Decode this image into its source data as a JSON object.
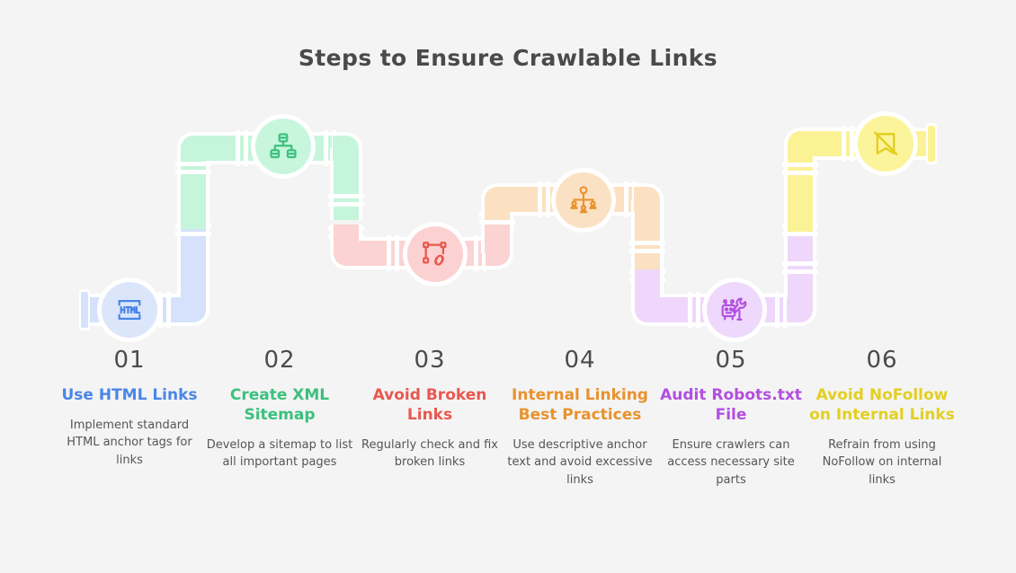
{
  "header": {
    "title": "Steps to Ensure Crawlable Links"
  },
  "theme": {
    "background": "#f4f4f4",
    "title_color": "#4a4a4a",
    "number_color": "#4b4b4b",
    "description_color": "#555555",
    "pipe_outline": "#ffffff"
  },
  "steps": [
    {
      "number": "01",
      "heading": "Use HTML Links",
      "description": "Implement standard HTML anchor tags for links",
      "color": "#4a86e8",
      "pipe_color": "#d6e2fb",
      "circle_color": "#dbe6fb",
      "icon": "html-code-icon"
    },
    {
      "number": "02",
      "heading": "Create XML Sitemap",
      "description": "Develop a sitemap to list all important pages",
      "color": "#3cc07e",
      "pipe_color": "#c5f5da",
      "circle_color": "#c7f6dc",
      "icon": "sitemap-hierarchy-icon"
    },
    {
      "number": "03",
      "heading": "Avoid Broken Links",
      "description": "Regularly check and fix broken links",
      "color": "#e8584f",
      "pipe_color": "#fbd3d2",
      "circle_color": "#fbd2d1",
      "icon": "broken-link-icon"
    },
    {
      "number": "04",
      "heading": "Internal Linking Best Practices",
      "description": "Use descriptive anchor text and avoid excessive links",
      "color": "#e8922e",
      "pipe_color": "#fbe0c2",
      "circle_color": "#fbe1c4",
      "icon": "internal-linking-network-icon"
    },
    {
      "number": "05",
      "heading": "Audit Robots.txt File",
      "description": "Ensure crawlers can access necessary site parts",
      "color": "#b34ee0",
      "pipe_color": "#eed7fb",
      "circle_color": "#eed8fb",
      "icon": "robot-wrench-icon"
    },
    {
      "number": "06",
      "heading": "Avoid NoFollow on Internal Links",
      "description": "Refrain from using NoFollow on internal links",
      "color": "#e3cf22",
      "pipe_color": "#fbf296",
      "circle_color": "#fbf49b",
      "icon": "no-follow-bookmark-icon"
    }
  ]
}
